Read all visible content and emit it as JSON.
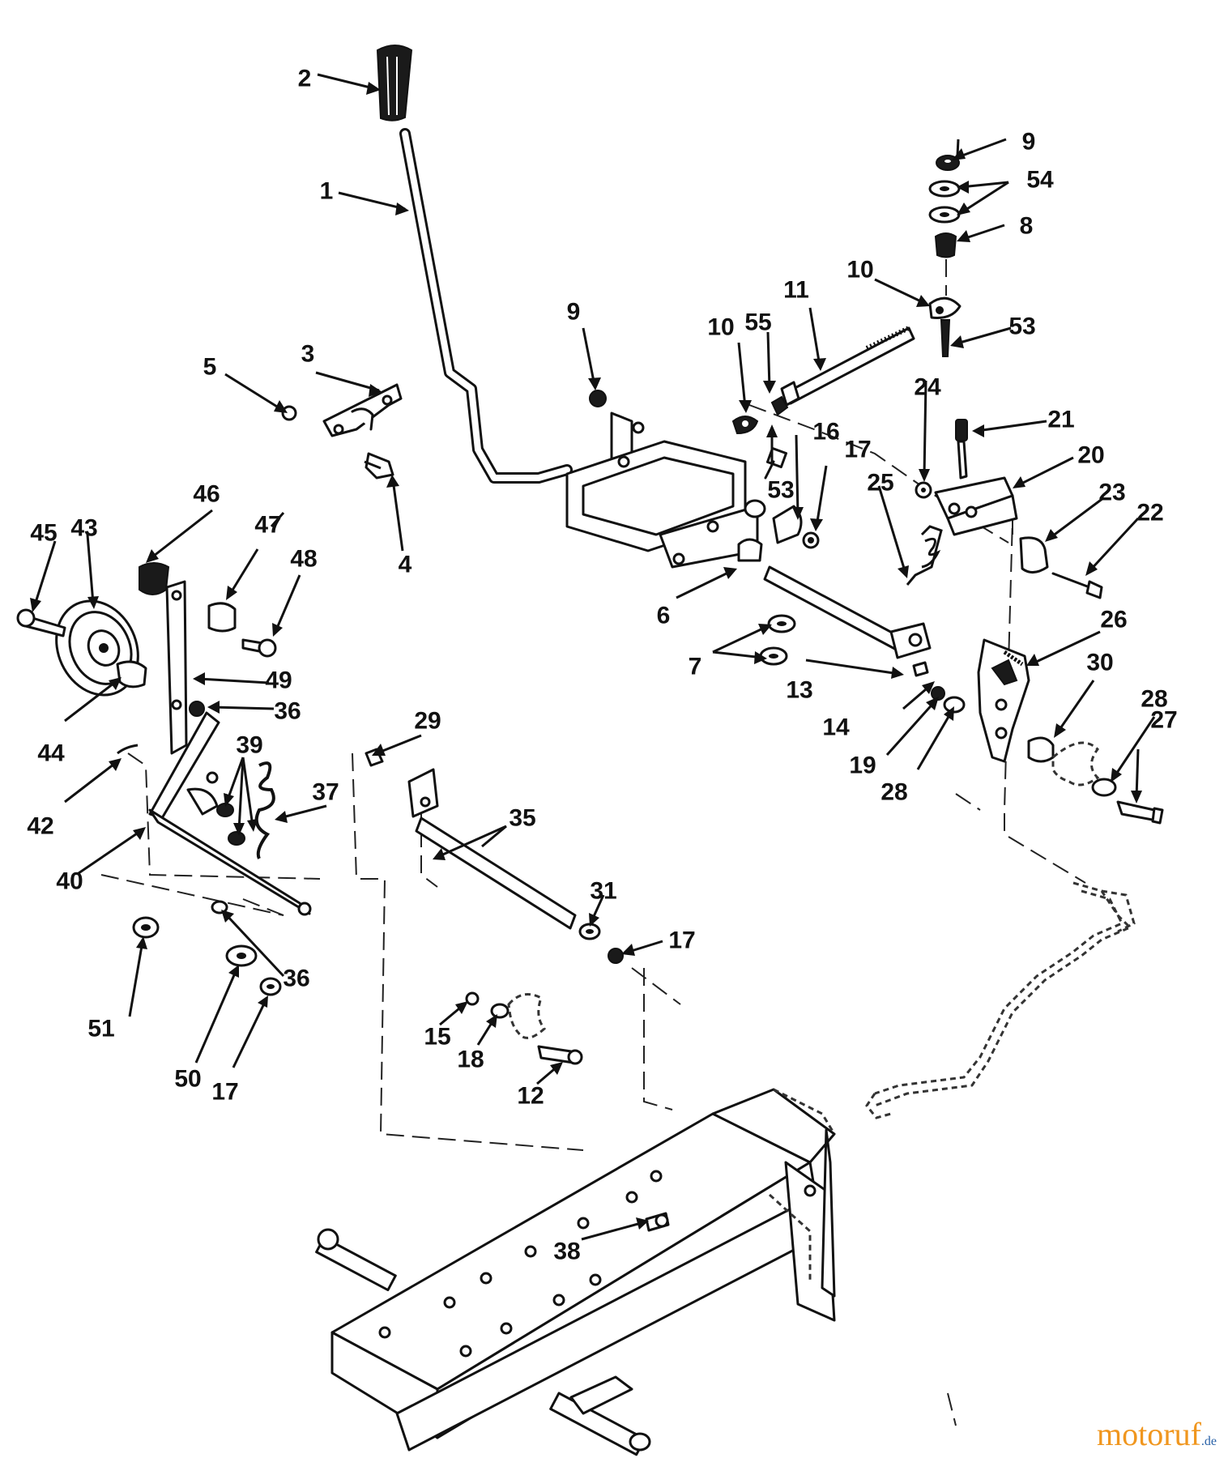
{
  "callouts": {
    "c1": "1",
    "c2": "2",
    "c3": "3",
    "c4": "4",
    "c5": "5",
    "c6": "6",
    "c7": "7",
    "c8": "8",
    "c9a": "9",
    "c9b": "9",
    "c10a": "10",
    "c10b": "10",
    "c11": "11",
    "c12": "12",
    "c13": "13",
    "c14": "14",
    "c15": "15",
    "c16": "16",
    "c17a": "17",
    "c17b": "17",
    "c17c": "17",
    "c18": "18",
    "c19": "19",
    "c20": "20",
    "c21": "21",
    "c22": "22",
    "c23": "23",
    "c24": "24",
    "c25": "25",
    "c26": "26",
    "c27": "27",
    "c28a": "28",
    "c28b": "28",
    "c29": "29",
    "c30": "30",
    "c31": "31",
    "c35": "35",
    "c36a": "36",
    "c36b": "36",
    "c37": "37",
    "c38": "38",
    "c39": "39",
    "c40": "40",
    "c42": "42",
    "c43": "43",
    "c44": "44",
    "c45": "45",
    "c46": "46",
    "c47": "47",
    "c48": "48",
    "c49": "49",
    "c50": "50",
    "c51": "51",
    "c53a": "53",
    "c53b": "53",
    "c54": "54",
    "c55": "55"
  },
  "watermark": {
    "brand_main": "motoruf",
    "brand_tld": ".de"
  },
  "colors": {
    "ink": "#111111",
    "watermark_orange": "#f0961e",
    "watermark_blue": "#2a62a8"
  }
}
